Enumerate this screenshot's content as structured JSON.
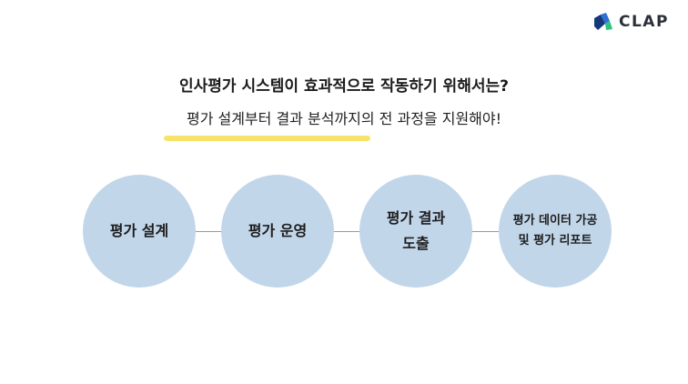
{
  "brand": {
    "name": "CLAP",
    "colors": {
      "logo_dark": "#14387a",
      "logo_mid": "#2f6fd6",
      "logo_green": "#2ec27e"
    }
  },
  "headline": "인사평가 시스템이 효과적으로 작동하기 위해서는?",
  "subline": "평가 설계부터 결과 분석까지의 전 과정을 지원해야!",
  "highlight_color": "#f7e36a",
  "circle_color": "#c2d6ea",
  "steps": [
    {
      "lines": [
        "평가 설계"
      ]
    },
    {
      "lines": [
        "평가 운영"
      ]
    },
    {
      "lines": [
        "평가 결과",
        "도출"
      ]
    },
    {
      "lines": [
        "평가 데이터 가공",
        "및 평가 리포트"
      ]
    }
  ]
}
